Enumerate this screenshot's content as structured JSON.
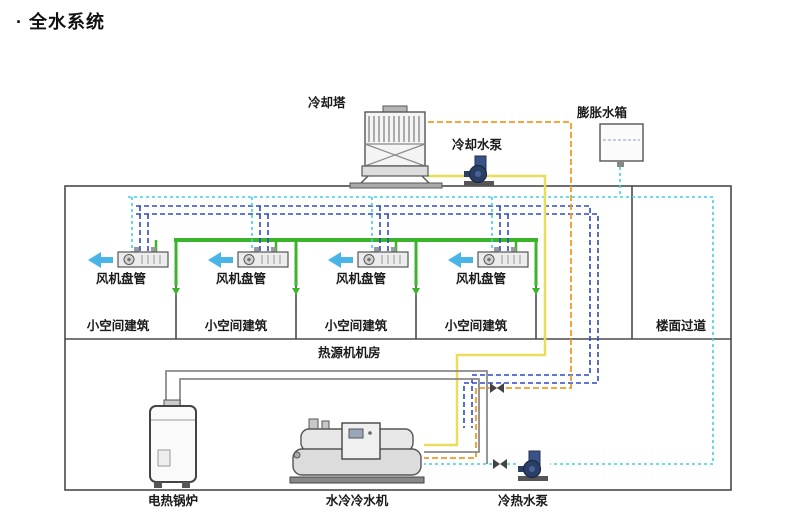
{
  "page": {
    "title": "· 全水系统"
  },
  "equipment": {
    "cooling_tower": "冷却塔",
    "cooling_pump": "冷却水泵",
    "expansion_tank": "膨胀水箱",
    "boiler": "电热锅炉",
    "chiller": "水冷冷水机",
    "hot_cold_pump": "冷热水泵"
  },
  "zones": {
    "fan_coil": "风机盘管",
    "small_room": "小空间建筑",
    "corridor": "楼面过道",
    "plant_room": "热源机机房"
  },
  "colors": {
    "outline": "#4a4a4a",
    "supply_green": "#3bb42b",
    "chilled_blue": "#2f49c8",
    "cyan": "#3fd2e4",
    "condenser_orange": "#f59a23",
    "tower_yellow": "#e8de5a",
    "hot_gray": "#8a8a8a",
    "air_arrow": "#4ab4e6",
    "valve": "#444444"
  }
}
